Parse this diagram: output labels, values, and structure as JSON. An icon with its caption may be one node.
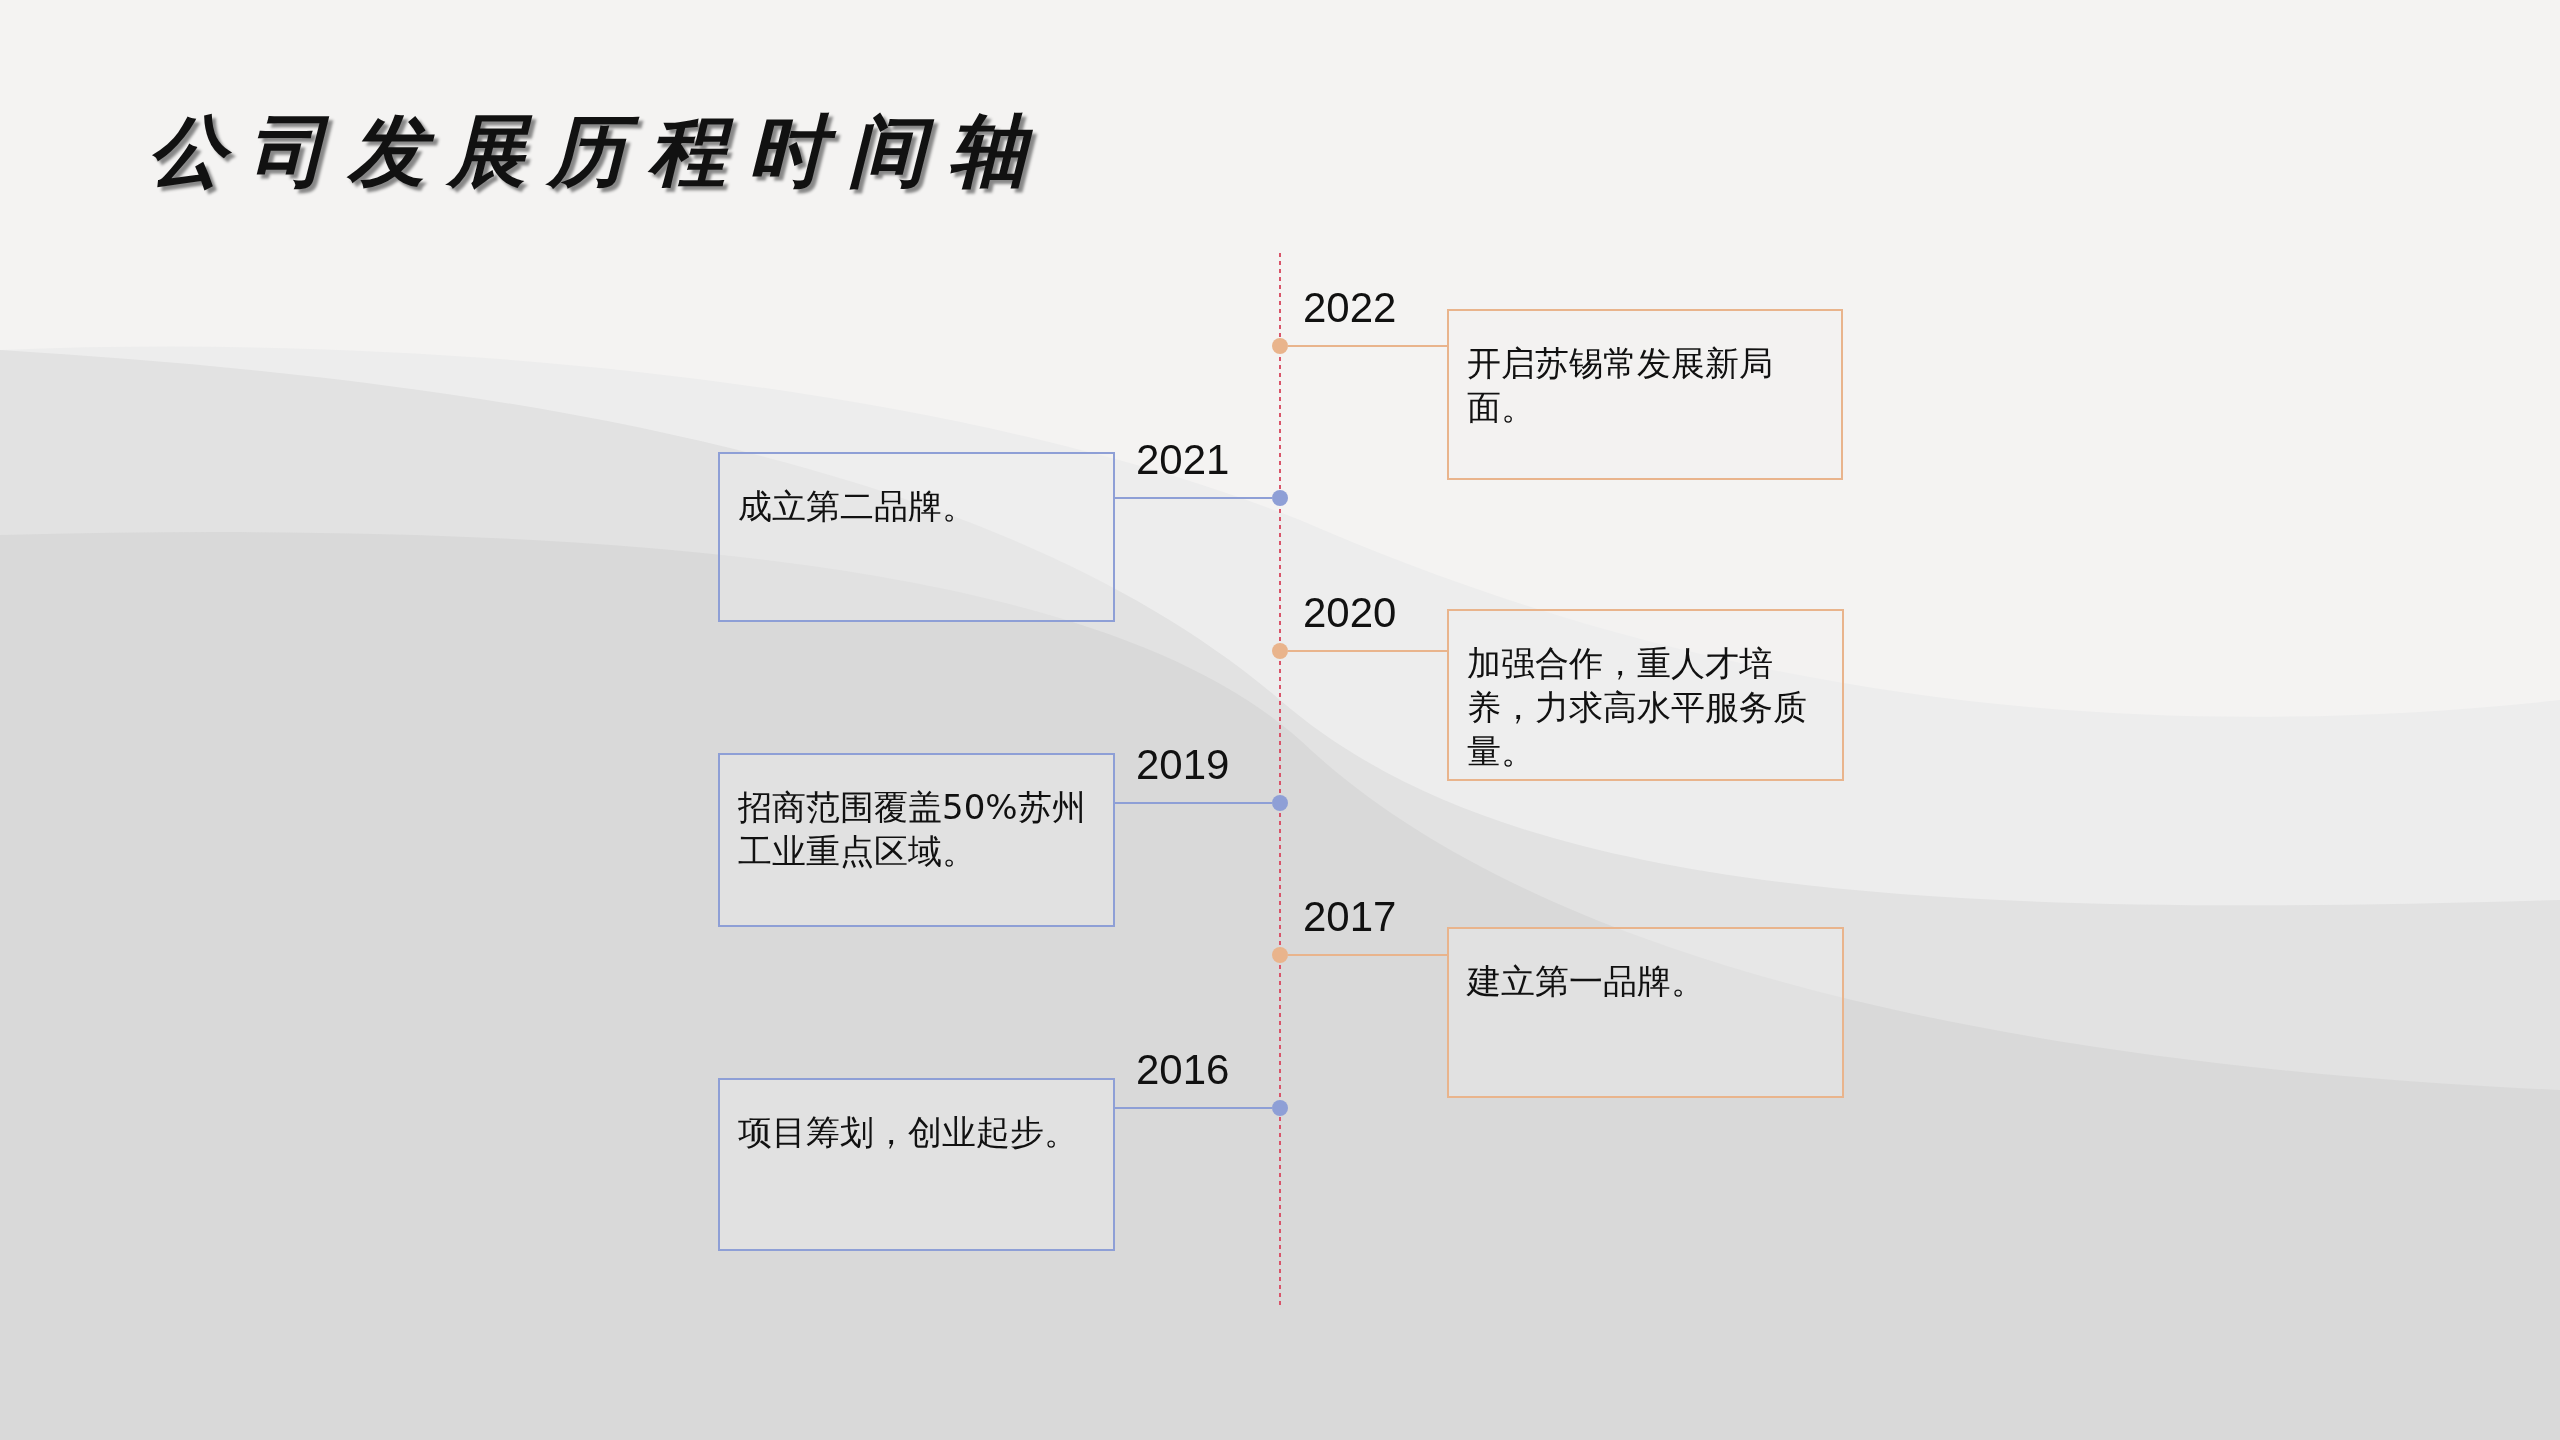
{
  "diagram": {
    "title": "公司发展历程时间轴",
    "nodes": [
      {
        "text": [],
        "shape": "circle",
        "beside": [
          "2022"
        ]
      },
      {
        "text": [
          "开启苏锡常发展新局面。"
        ]
      },
      {
        "text": [],
        "shape": "circle",
        "beside": [
          "2021"
        ]
      },
      {
        "text": [
          "成立第二品牌。"
        ]
      },
      {
        "text": [],
        "shape": "circle",
        "beside": [
          "2020"
        ]
      },
      {
        "text": [
          "加强合作，重人才培养，力求高水平服务质量。"
        ]
      },
      {
        "text": [],
        "shape": "circle",
        "beside": [
          "2019"
        ]
      },
      {
        "text": [
          "招商范围覆盖50%苏州工业重点区域。"
        ]
      },
      {
        "text": [],
        "shape": "circle",
        "beside": [
          "2017"
        ]
      },
      {
        "text": [
          "建立第一品牌。"
        ]
      },
      {
        "text": [],
        "shape": "circle",
        "beside": [
          "2016"
        ]
      },
      {
        "text": [
          "项目筹划，创业起步。"
        ]
      }
    ],
    "edges": [
      {
        "from": 0,
        "to": 1,
        "arrow": "none",
        "color": "#e9b48c"
      },
      {
        "from": 2,
        "to": 3,
        "arrow": "none",
        "color": "#8e9fd6"
      },
      {
        "from": 4,
        "to": 5,
        "arrow": "none",
        "color": "#e9b48c"
      },
      {
        "from": 6,
        "to": 7,
        "arrow": "none",
        "color": "#8e9fd6"
      },
      {
        "from": 8,
        "to": 9,
        "arrow": "none",
        "color": "#e9b48c"
      },
      {
        "from": 10,
        "to": 11,
        "arrow": "none",
        "color": "#8e9fd6"
      }
    ]
  }
}
